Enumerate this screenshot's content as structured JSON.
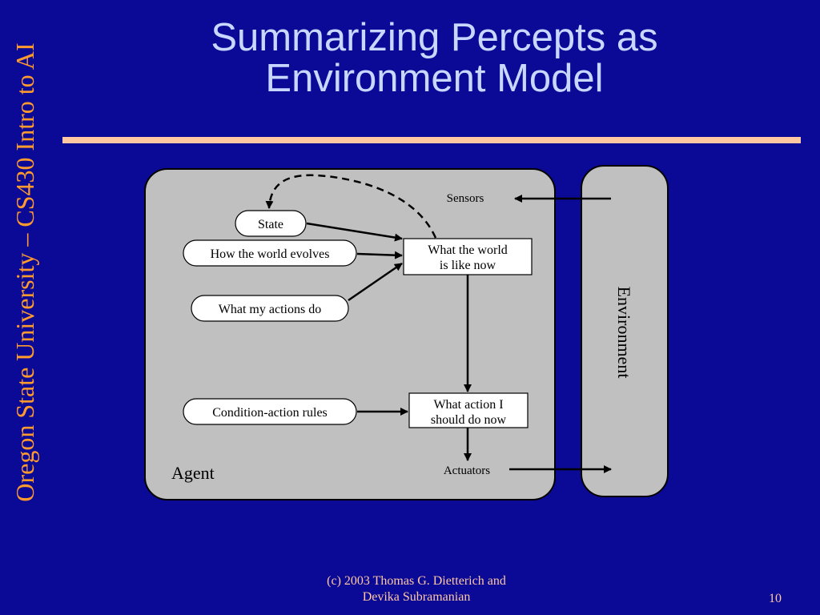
{
  "slide": {
    "title_line1": "Summarizing Percepts as",
    "title_line2": "Environment Model",
    "side_text": "Oregon State University – CS430 Intro to AI",
    "footer_line1": "(c) 2003 Thomas G. Dietterich and",
    "footer_line2": "Devika Subramanian",
    "page_number": "10"
  },
  "diagram": {
    "agent_label": "Agent",
    "environment_label": "Environment",
    "sensors_label": "Sensors",
    "actuators_label": "Actuators",
    "state_label": "State",
    "how_world_evolves": "How the world evolves",
    "what_my_actions_do": "What my actions do",
    "condition_action_rules": "Condition-action rules",
    "world_now_line1": "What the world",
    "world_now_line2": "is like now",
    "action_line1": "What action I",
    "action_line2": "should do now"
  }
}
